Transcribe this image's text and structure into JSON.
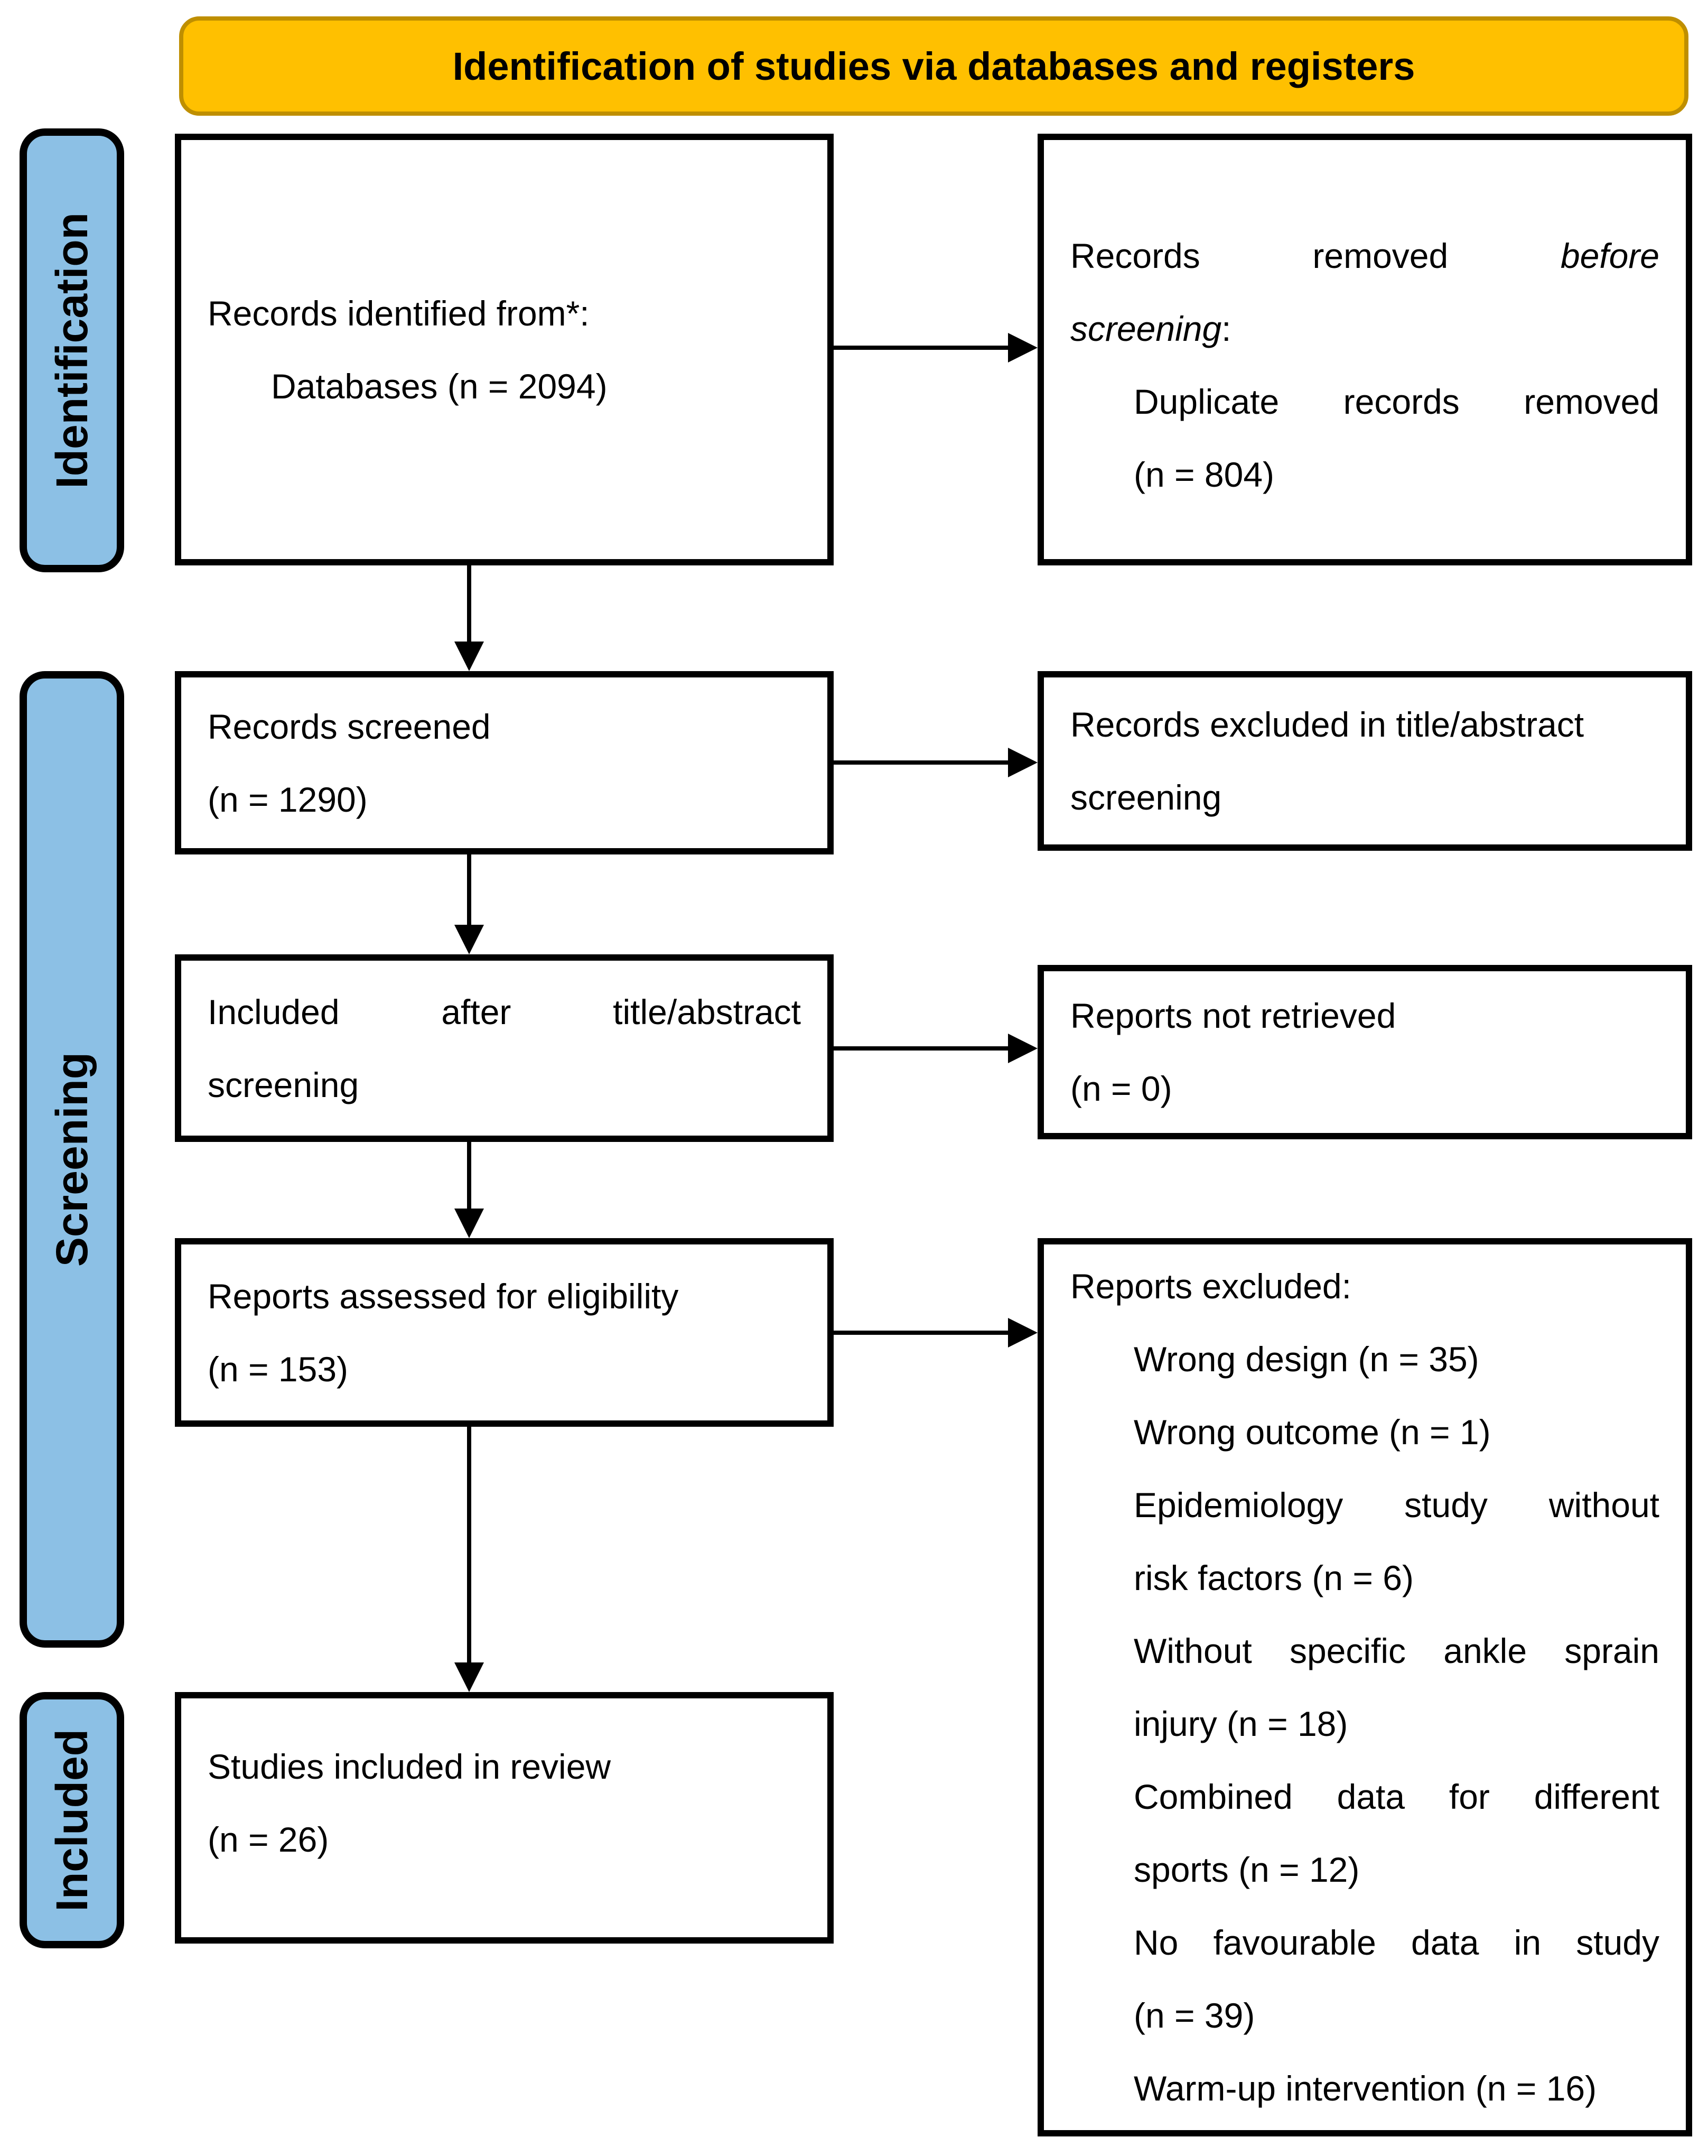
{
  "colors": {
    "banner_fill": "#FFC000",
    "banner_border": "#BF8F00",
    "sidebar_fill": "#8CC0E5",
    "box_border": "#000000"
  },
  "banner": {
    "title": "Identification of studies via databases and registers"
  },
  "sidebar": {
    "identification": "Identification",
    "screening": "Screening",
    "included": "Included"
  },
  "left": {
    "identified": {
      "l1": "Records identified from*:",
      "l2": "Databases (n = 2094)"
    },
    "screened": {
      "l1": "Records screened",
      "l2": "(n = 1290)"
    },
    "included_after": {
      "l1": "Included after title/abstract",
      "l2": "screening"
    },
    "assessed": {
      "l1": "Reports assessed for eligibility",
      "l2": "(n = 153)"
    },
    "studies": {
      "l1": "Studies included in review",
      "l2": "(n = 26)"
    }
  },
  "right": {
    "removed": {
      "l1a": "Records removed",
      "l1b": "before",
      "l2a": "screening",
      "l2b": ":",
      "l3": "Duplicate records removed",
      "l4": "(n = 804)"
    },
    "excluded_screening": {
      "l1": "Records excluded in title/abstract",
      "l2": "screening"
    },
    "not_retrieved": {
      "l1": "Reports not retrieved",
      "l2": "(n = 0)"
    },
    "reports_excluded": {
      "l1": "Reports excluded:",
      "l2": "Wrong design (n = 35)",
      "l3": "Wrong outcome (n = 1)",
      "l4": "Epidemiology study without",
      "l5": "risk factors (n = 6)",
      "l6": "Without specific ankle sprain",
      "l7": "injury (n = 18)",
      "l8": "Combined data for different",
      "l9": "sports (n = 12)",
      "l10": "No favourable data in study",
      "l11": "(n = 39)",
      "l12": "Warm-up intervention (n = 16)"
    }
  }
}
